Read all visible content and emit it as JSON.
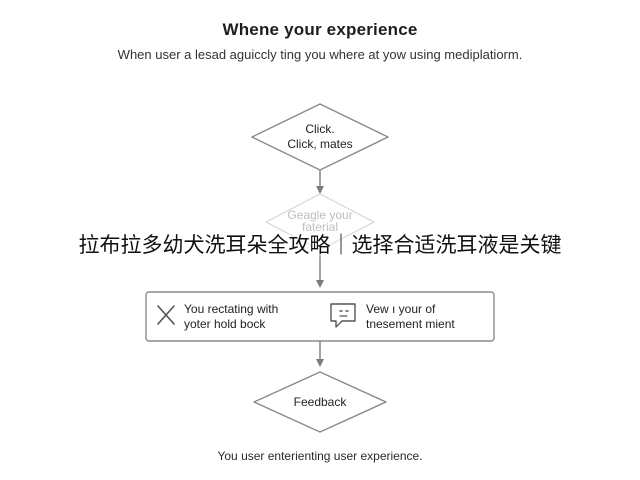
{
  "diagram": {
    "title": "Whene your experience",
    "subtitle": "When user a lesad aguiccly ting you where at yow using mediplatiorm.",
    "node_click": {
      "line1": "Click.",
      "line2": "Click, mates"
    },
    "node_ghost": {
      "line1": "Geagle your",
      "line2": "faterial"
    },
    "box_left": {
      "line1": "You rectating with",
      "line2": "yoter hold bock"
    },
    "box_right": {
      "line1": "Vew ı your of",
      "line2": "tnesement mient"
    },
    "node_feedback": {
      "label": "Feedback"
    },
    "footer": "You user enterienting user experience."
  },
  "overlay": {
    "headline": "拉布拉多幼犬洗耳朵全攻略｜选择合适洗耳液是关键"
  },
  "colors": {
    "stroke": "#8a8a8a",
    "ghost_stroke": "#d6d6d6",
    "text": "#222222"
  },
  "icons": {
    "left": "close-x-icon",
    "right": "chat-bubble-icon"
  }
}
